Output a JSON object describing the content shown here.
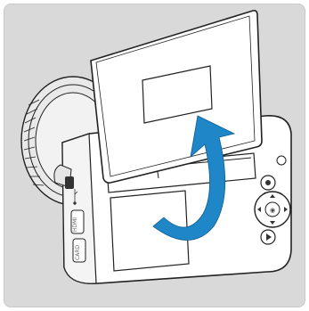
{
  "illustration": {
    "subject": "camera-with-vari-angle-screen",
    "arrow_color": "#1f86c7",
    "background_color": "#d9d9d9"
  },
  "camera_labels": {
    "hdmi": "HDMI",
    "card": "CARD"
  }
}
